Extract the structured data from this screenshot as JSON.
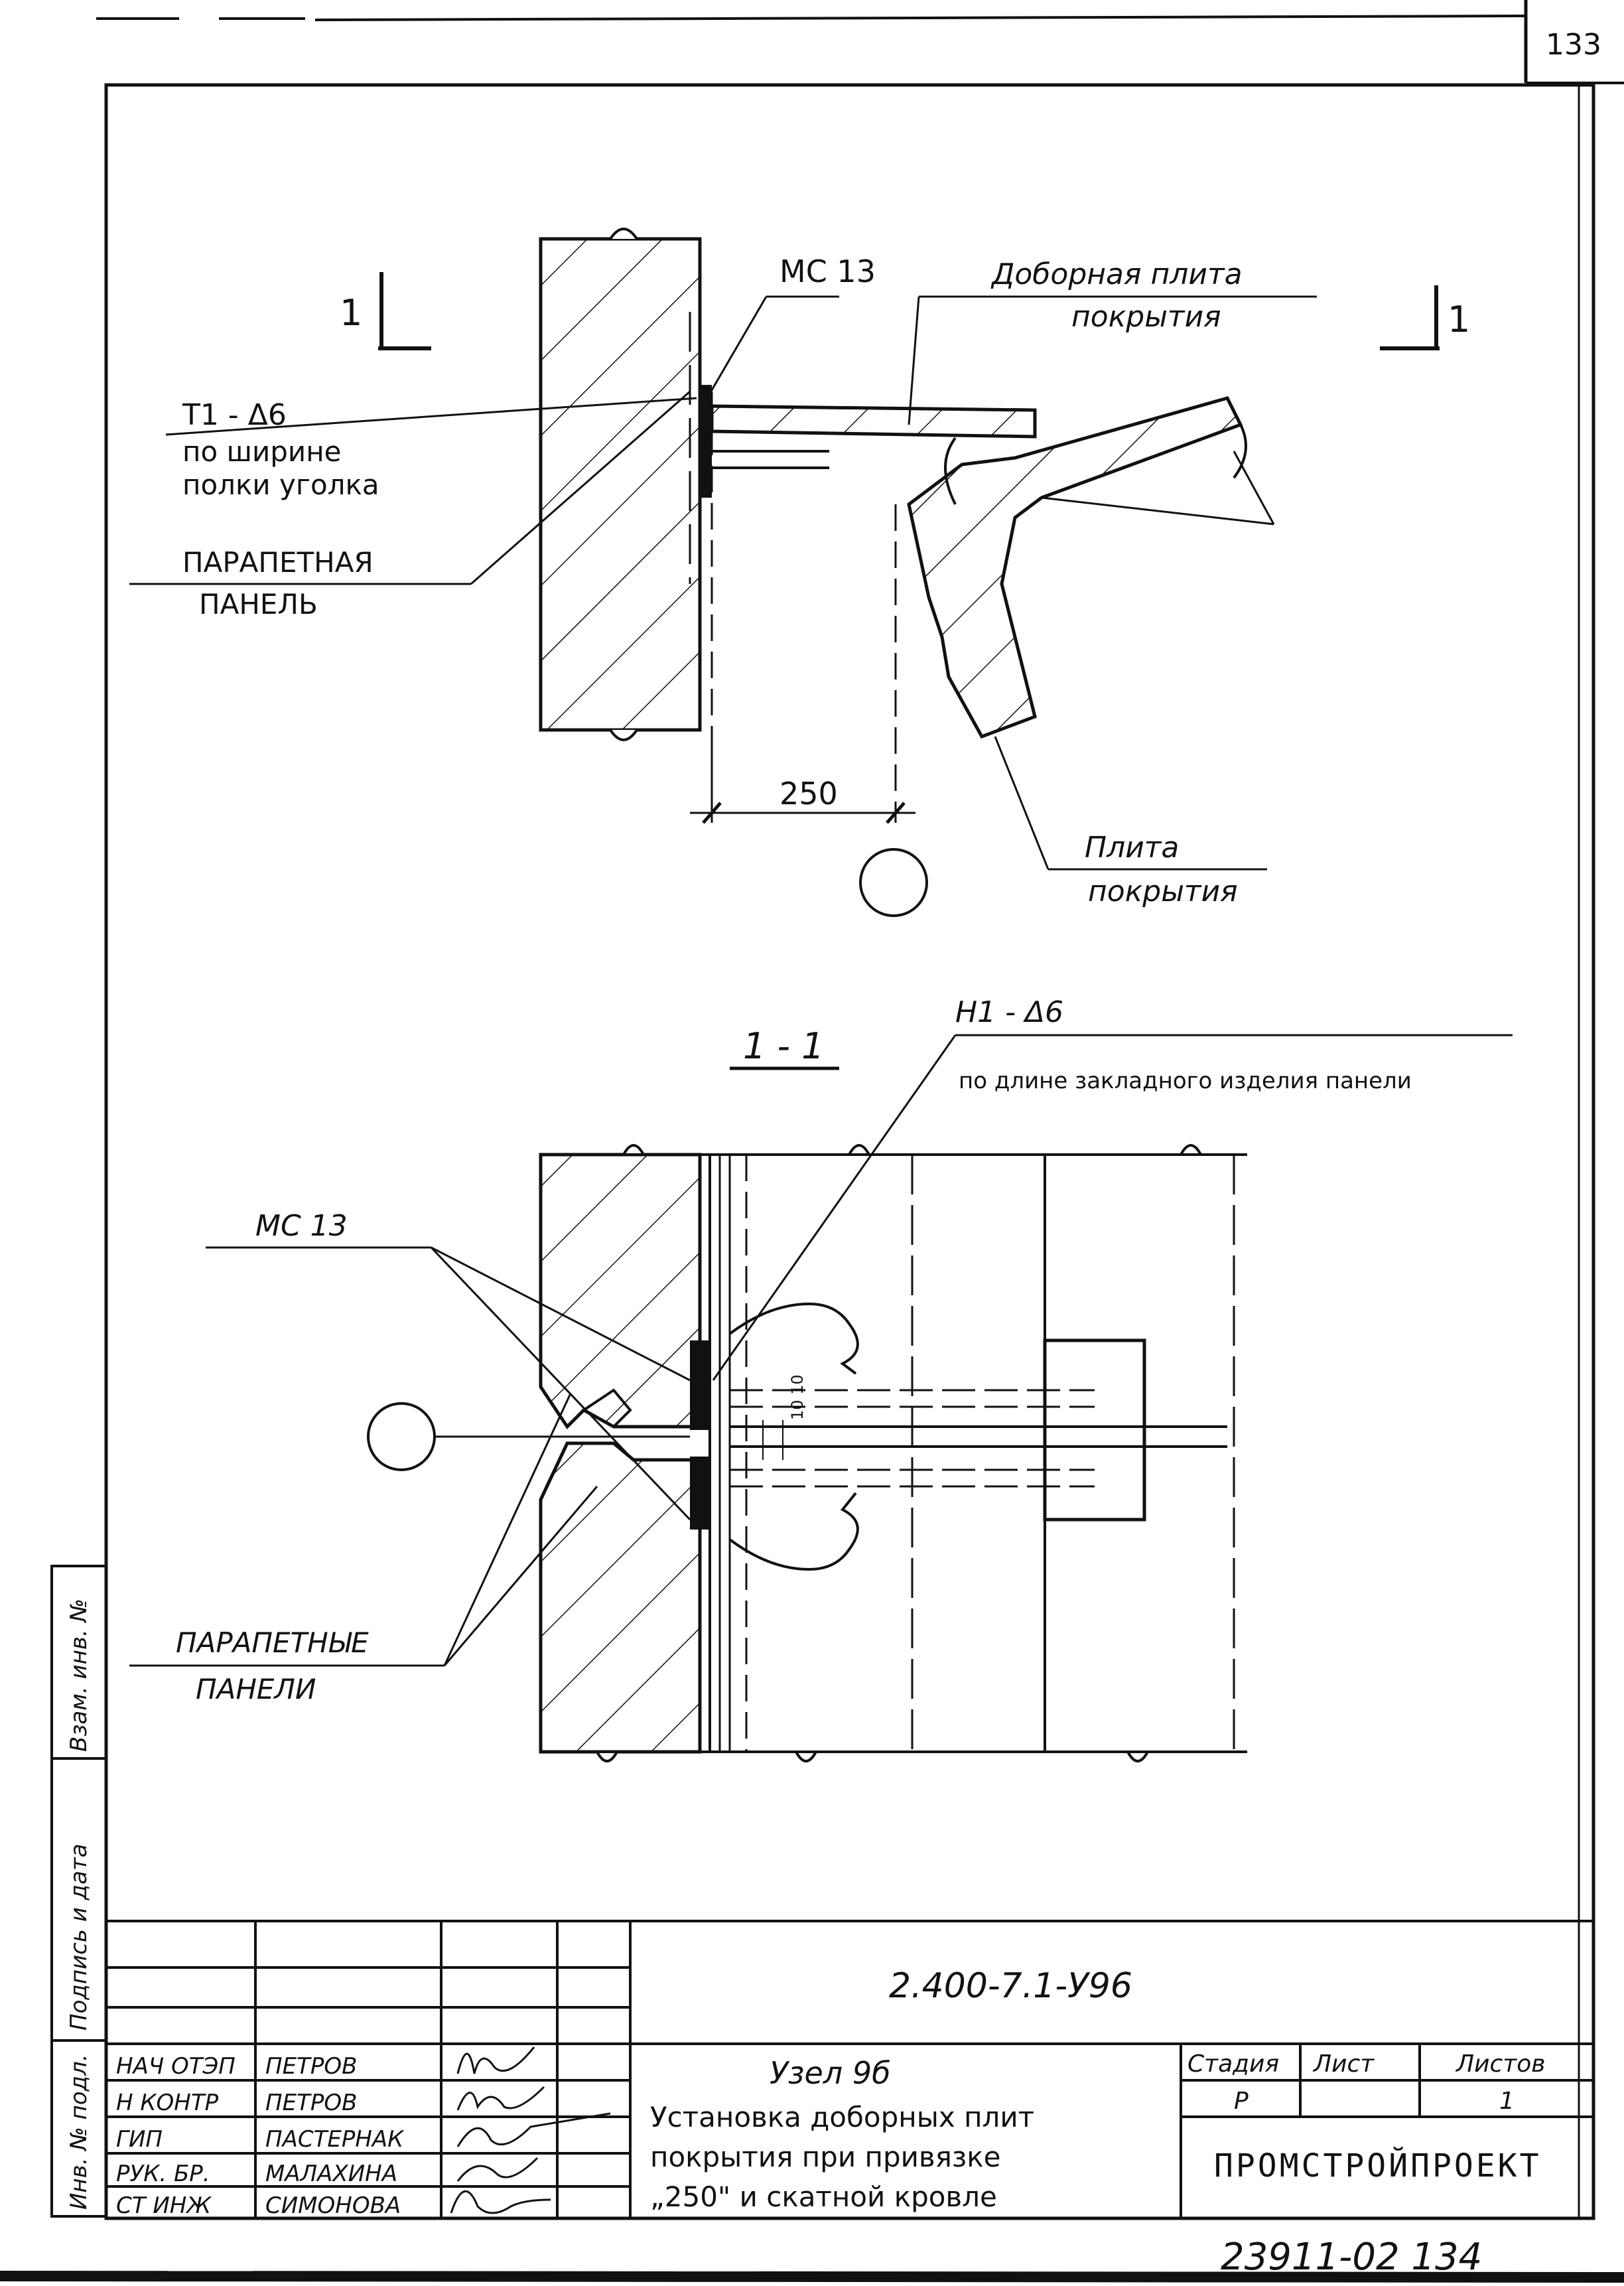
{
  "sheet_number": "133",
  "view_top": {
    "section_marker": "1",
    "labels": {
      "mc13": "МС 13",
      "weld_line1": "Т1 - Δ6",
      "weld_line2": "по ширине",
      "weld_line3": "полки уголка",
      "parapet_line1": "ПАРАПЕТНАЯ",
      "parapet_line2": "ПАНЕЛЬ",
      "extra_slab_line1": "Доборная плита",
      "extra_slab_line2": "покрытия",
      "roof_slab_line1": "Плита",
      "roof_slab_line2": "покрытия",
      "dimension": "250"
    }
  },
  "view_section": {
    "title": "1 - 1",
    "labels": {
      "weld_line1": "Н1 - Δ6",
      "weld_line2": "по длине закладного изделия панели",
      "mc13": "МС 13",
      "parapets_line1": "ПАРАПЕТНЫЕ",
      "parapets_line2": "ПАНЕЛИ",
      "gap": "10  10"
    }
  },
  "side_stamp": {
    "inv_replace": "Взам. инв. №",
    "sign_date": "Подпись и дата",
    "inv_original": "Инв. № подл."
  },
  "title_block": {
    "doc_code": "2.400-7.1-У96",
    "roles": [
      {
        "role": "НАЧ ОТЭП",
        "name": "ПЕТРОВ"
      },
      {
        "role": "Н КОНТР",
        "name": "ПЕТРОВ"
      },
      {
        "role": "ГИП",
        "name": "ПАСТЕРНАК"
      },
      {
        "role": "РУК. БР.",
        "name": "МАЛАХИНА"
      },
      {
        "role": "СТ ИНЖ",
        "name": "СИМОНОВА"
      }
    ],
    "title_line1": "Узел 9б",
    "title_line2": "Установка доборных плит",
    "title_line3": "покрытия при привязке",
    "title_line4": "„250\" и скатной кровле",
    "stage_header": "Стадия",
    "sheet_header": "Лист",
    "sheets_header": "Листов",
    "stage_value": "Р",
    "sheet_value": "",
    "sheets_value": "1",
    "organization": "ПРОМСТРОЙПРОЕКТ"
  },
  "footer_code": "23911-02  134"
}
